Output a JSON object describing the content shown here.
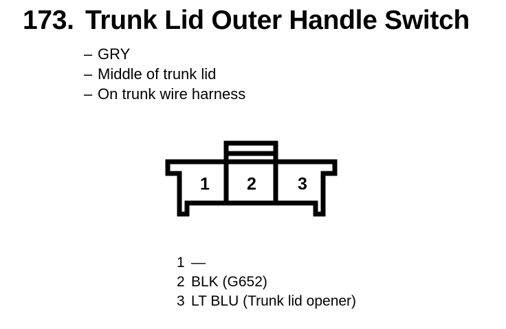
{
  "page": {
    "item_number": "173.",
    "title": "Trunk Lid Outer Handle Switch",
    "note_dash": "–",
    "notes": [
      {
        "text": "GRY"
      },
      {
        "text": "Middle of trunk lid"
      },
      {
        "text": "On trunk wire harness"
      }
    ],
    "connector": {
      "name": "trunk-lid-outer-handle-switch-connector",
      "color_code": "GRY",
      "pins": [
        "1",
        "2",
        "3"
      ]
    },
    "pin_table": [
      {
        "pin": "1",
        "label": "—"
      },
      {
        "pin": "2",
        "label": "BLK (G652)"
      },
      {
        "pin": "3",
        "label": "LT BLU (Trunk lid opener)"
      }
    ],
    "colors": {
      "ink": "#000000",
      "background": "#ffffff"
    }
  }
}
